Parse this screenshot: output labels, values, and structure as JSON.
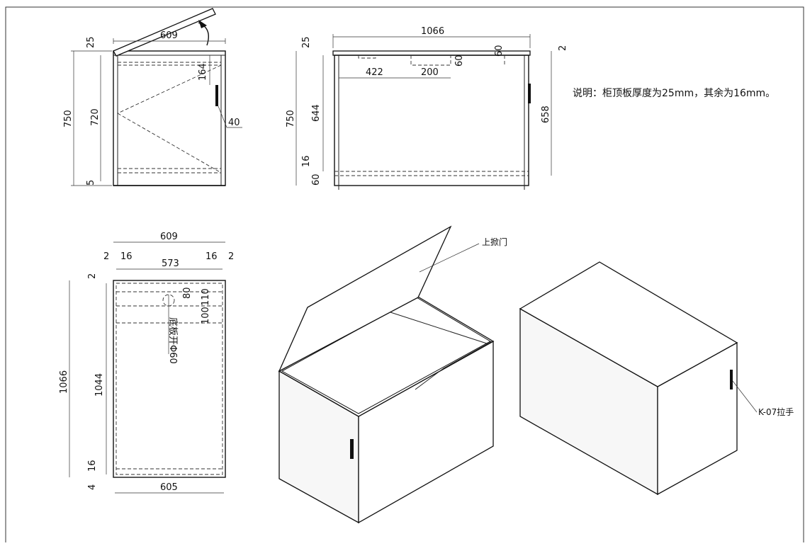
{
  "note": "说明：柜顶板厚度为25mm，其余为16mm。",
  "labels": {
    "flap_door": "上掀门",
    "handle": "K-07拉手",
    "hole": "底板开Φ60"
  },
  "side_view": {
    "top_width": "609",
    "top_thk": "25",
    "height": "750",
    "inner_h": "720",
    "base": "5",
    "handle_pos": "164",
    "handle_len": "40"
  },
  "front_view": {
    "width": "1066",
    "top_thk": "25",
    "height": "750",
    "inner": "644",
    "board": "16",
    "kick": "60",
    "gap": "2",
    "door_h": "658",
    "x422": "422",
    "x200": "200",
    "d60a": "60",
    "d60b": "60"
  },
  "plan_view": {
    "width": "609",
    "side_l": "2",
    "board_l": "16",
    "board_r": "16",
    "side_r": "2",
    "inner_w": "573",
    "length": "1066",
    "inner_len": "1044",
    "top_gap": "2",
    "d80": "80",
    "d110": "110",
    "d100": "100",
    "d16": "16",
    "d4": "4",
    "bottom_w": "605"
  }
}
